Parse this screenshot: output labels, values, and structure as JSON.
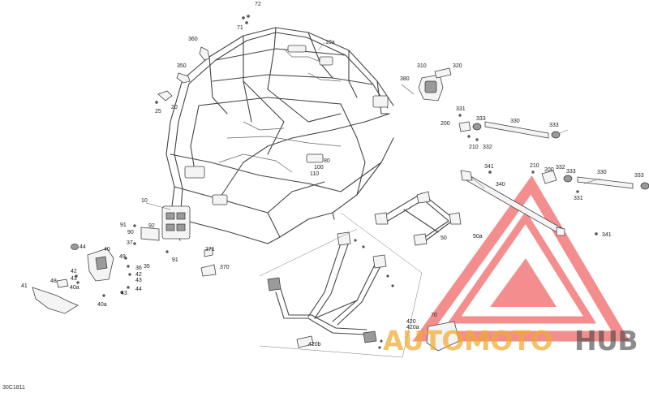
{
  "diagram_code": "30C1811",
  "watermark": {
    "text_a": "AUTOMOTO",
    "text_b": "HUB"
  },
  "callouts": [
    {
      "label": "72"
    },
    {
      "label": "71"
    },
    {
      "label": "10a"
    },
    {
      "label": "360"
    },
    {
      "label": "350"
    },
    {
      "label": "25"
    },
    {
      "label": "20"
    },
    {
      "label": "310"
    },
    {
      "label": "320"
    },
    {
      "label": "380"
    },
    {
      "label": "331"
    },
    {
      "label": "200"
    },
    {
      "label": "333"
    },
    {
      "label": "330"
    },
    {
      "label": "333"
    },
    {
      "label": "210"
    },
    {
      "label": "332"
    },
    {
      "label": "80"
    },
    {
      "label": "100"
    },
    {
      "label": "110"
    },
    {
      "label": "10"
    },
    {
      "label": "341"
    },
    {
      "label": "210"
    },
    {
      "label": "200"
    },
    {
      "label": "332"
    },
    {
      "label": "333"
    },
    {
      "label": "330"
    },
    {
      "label": "333"
    },
    {
      "label": "340"
    },
    {
      "label": "331"
    },
    {
      "label": "91"
    },
    {
      "label": "92"
    },
    {
      "label": "90"
    },
    {
      "label": "50"
    },
    {
      "label": "50a"
    },
    {
      "label": "341"
    },
    {
      "label": "37"
    },
    {
      "label": "371"
    },
    {
      "label": "44"
    },
    {
      "label": "40"
    },
    {
      "label": "91"
    },
    {
      "label": "49"
    },
    {
      "label": "36"
    },
    {
      "label": "35"
    },
    {
      "label": "370"
    },
    {
      "label": "42"
    },
    {
      "label": "43"
    },
    {
      "label": "42"
    },
    {
      "label": "43"
    },
    {
      "label": "41"
    },
    {
      "label": "48"
    },
    {
      "label": "40a"
    },
    {
      "label": "43"
    },
    {
      "label": "44"
    },
    {
      "label": "40a"
    },
    {
      "label": "420"
    },
    {
      "label": "420a"
    },
    {
      "label": "70"
    },
    {
      "label": "420b"
    }
  ]
}
